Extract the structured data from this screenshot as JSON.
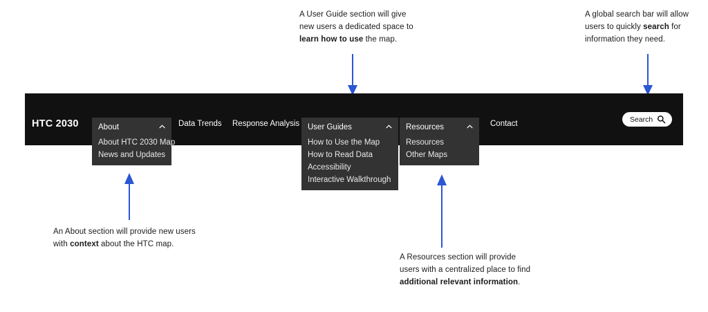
{
  "navbar": {
    "brand": "HTC 2030",
    "items": [
      {
        "label": "Data Trends"
      },
      {
        "label": "Response Analysis"
      },
      {
        "label": "Contact"
      }
    ],
    "menus": [
      {
        "name": "about",
        "label": "About",
        "chevron": "chevron-up-icon",
        "entries": [
          "About HTC 2030 Map",
          "News and Updates"
        ]
      },
      {
        "name": "user-guides",
        "label": "User Guides",
        "chevron": "chevron-up-icon",
        "entries": [
          "How to Use the Map",
          "How to Read Data",
          "Accessibility",
          "Interactive Walkthrough"
        ]
      },
      {
        "name": "resources",
        "label": "Resources",
        "chevron": "chevron-up-icon",
        "entries": [
          "Resources",
          "Other Maps"
        ]
      }
    ],
    "search": {
      "label": "Search",
      "icon": "magnifier-icon"
    }
  },
  "annotations": [
    {
      "name": "user-guides-note",
      "lines": [
        [
          {
            "t": "A User Guide section will give",
            "b": false
          }
        ],
        [
          {
            "t": "new users a dedicated space to",
            "b": false
          }
        ],
        [
          {
            "t": "learn how to use",
            "b": true
          },
          {
            "t": " the map.",
            "b": false
          }
        ]
      ]
    },
    {
      "name": "search-note",
      "lines": [
        [
          {
            "t": "A global search bar will allow",
            "b": false
          }
        ],
        [
          {
            "t": "users to quickly ",
            "b": false
          },
          {
            "t": "search",
            "b": true
          },
          {
            "t": " for",
            "b": false
          }
        ],
        [
          {
            "t": "information they need.",
            "b": false
          }
        ]
      ]
    },
    {
      "name": "about-note",
      "lines": [
        [
          {
            "t": "An About section will provide new users",
            "b": false
          }
        ],
        [
          {
            "t": "with ",
            "b": false
          },
          {
            "t": "context",
            "b": true
          },
          {
            "t": " about the HTC map.",
            "b": false
          }
        ]
      ]
    },
    {
      "name": "resources-note",
      "lines": [
        [
          {
            "t": "A Resources section will provide",
            "b": false
          }
        ],
        [
          {
            "t": "users with a centralized place to find",
            "b": false
          }
        ],
        [
          {
            "t": "additional relevant information",
            "b": true
          },
          {
            "t": ".",
            "b": false
          }
        ]
      ]
    }
  ],
  "colors": {
    "navbar_bg": "#111111",
    "menu_bg": "#333333",
    "arrow": "#2b56d4",
    "text": "#1a1a1a"
  }
}
